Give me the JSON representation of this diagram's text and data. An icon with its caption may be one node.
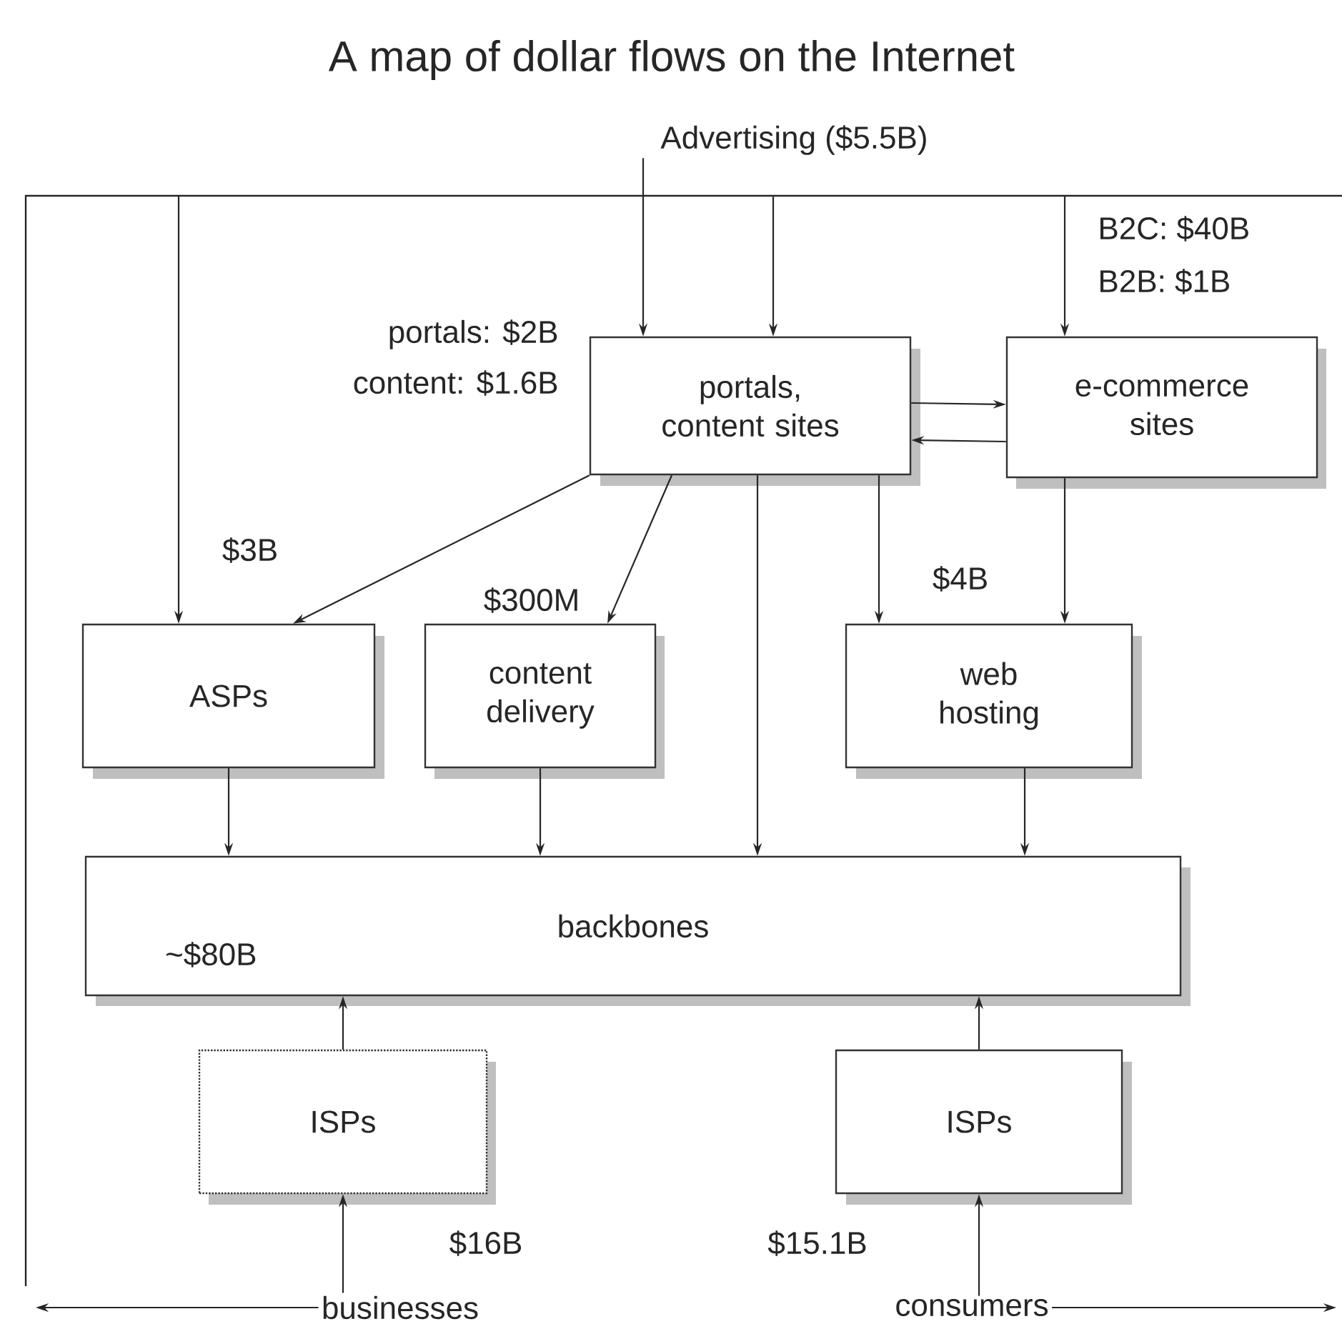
{
  "diagram": {
    "title": "A map of dollar flows on the Internet",
    "nodes": [
      {
        "text": [
          "portals, content sites"
        ]
      },
      {
        "text": [
          "e-commerce sites"
        ]
      },
      {
        "text": [
          "ASPs"
        ]
      },
      {
        "text": [
          "content delivery"
        ]
      },
      {
        "text": [
          "web hosting"
        ]
      },
      {
        "text": [
          "backbones",
          "~$80B"
        ]
      },
      {
        "text": [
          "ISPs"
        ]
      },
      {
        "text": [
          "ISPs"
        ]
      },
      {
        "text": [
          "Advertising ($5.5B)"
        ]
      },
      {
        "text": [
          "businesses"
        ]
      },
      {
        "text": [
          "consumers"
        ]
      }
    ],
    "edges": [
      {
        "from": 8,
        "to": 0,
        "arrow": "to"
      },
      {
        "from": null,
        "to": 0,
        "arrow": "to"
      },
      {
        "from": null,
        "to": 1,
        "arrow": "to"
      },
      {
        "from": null,
        "to": 2,
        "arrow": "to"
      },
      {
        "from": 0,
        "to": 1,
        "arrow": "to"
      },
      {
        "from": 1,
        "to": 0,
        "arrow": "to"
      },
      {
        "from": 0,
        "to": 2,
        "arrow": "to"
      },
      {
        "from": 0,
        "to": 3,
        "arrow": "to"
      },
      {
        "from": 0,
        "to": 5,
        "arrow": "to"
      },
      {
        "from": 0,
        "to": 4,
        "arrow": "to"
      },
      {
        "from": 1,
        "to": 4,
        "arrow": "to"
      },
      {
        "from": 2,
        "to": 5,
        "arrow": "to"
      },
      {
        "from": 3,
        "to": 5,
        "arrow": "to"
      },
      {
        "from": 4,
        "to": 5,
        "arrow": "to"
      },
      {
        "from": 6,
        "to": 5,
        "arrow": "to"
      },
      {
        "from": 7,
        "to": 5,
        "arrow": "to"
      },
      {
        "from": 9,
        "to": 6,
        "arrow": "to"
      },
      {
        "from": 10,
        "to": 7,
        "arrow": "to"
      },
      {
        "from": 9,
        "to": null,
        "arrow": "to"
      },
      {
        "from": 10,
        "to": null,
        "arrow": "to"
      }
    ],
    "labels": [
      "B2C: $40B",
      "B2B: $1B",
      "portals: $2B",
      "content: $1.6B",
      "$3B",
      "$300M",
      "$4B",
      "$16B",
      "$15.1B"
    ]
  }
}
